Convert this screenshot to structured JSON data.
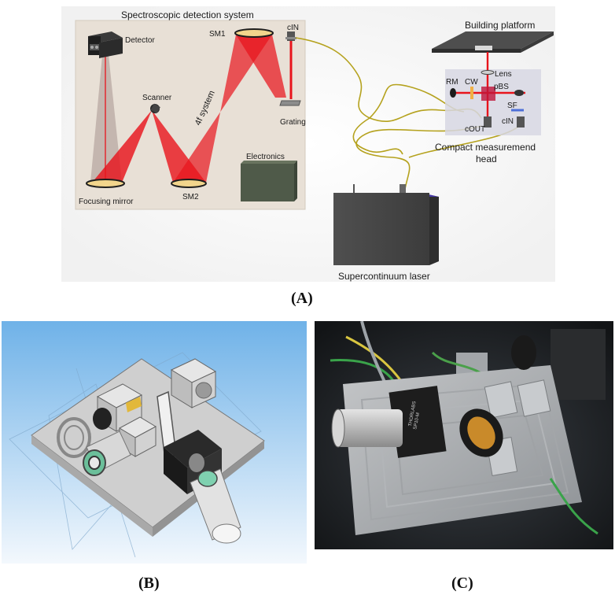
{
  "panel_a": {
    "panel_label": "(A)",
    "labels": {
      "system_title": "Spectroscopic detection system",
      "detector": "Detector",
      "sm1": "SM1",
      "cin_top": "cIN",
      "scanner": "Scanner",
      "four_f": "4f system",
      "grating": "Grating",
      "electronics": "Electronics",
      "focusing_mirror": "Focusing mirror",
      "sm2": "SM2",
      "building_platform": "Building platform",
      "lens": "Lens",
      "rm": "RM",
      "cw": "CW",
      "pbs": "pBS",
      "sf": "SF",
      "cin_head": "cIN",
      "cout": "cOUT",
      "head_line1": "Compact measuremend",
      "head_line2": "head",
      "laser": "Supercontinuum laser"
    },
    "colors": {
      "beam": "#e8141c",
      "fiber": "#b5a21e",
      "box": "#e6dfd6",
      "head": "#dadbe8"
    }
  },
  "panel_b": {
    "panel_label": "(B)"
  },
  "panel_c": {
    "panel_label": "(C)",
    "mount_text_1": "THORLABS",
    "mount_text_2": "SP10-M"
  }
}
